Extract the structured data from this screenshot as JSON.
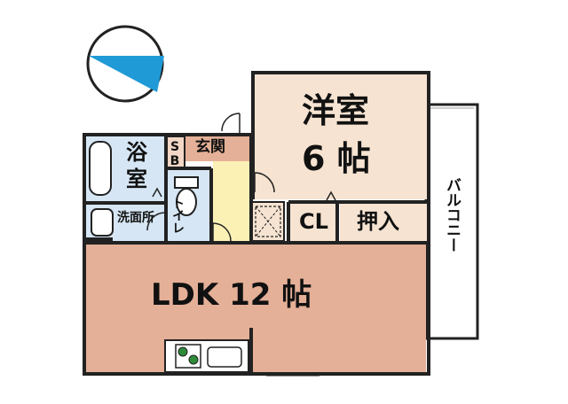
{
  "compass": {
    "icon": "north-arrow-icon",
    "needle_color": "#1f9ad6"
  },
  "rooms": {
    "western_room": {
      "line1": "洋室",
      "line2": "6 帖",
      "color": "#f6e3d1"
    },
    "ldk": {
      "label": "LDK 12 帖",
      "color": "#e4b097"
    },
    "bath": {
      "line1": "浴",
      "line2": "室",
      "color": "#d6e6f4"
    },
    "sb": {
      "label": "SB"
    },
    "entrance": {
      "label": "玄関",
      "color": "#e4b097"
    },
    "washroom": {
      "label": "洗面所",
      "color": "#d6e6f4"
    },
    "toilet": {
      "label": "トイレ",
      "color": "#d6e6f4"
    },
    "hall": {
      "color": "#fbf1b5"
    },
    "closet": {
      "label": "CL",
      "color": "#f6e3d1"
    },
    "oshiire": {
      "label": "押入",
      "color": "#f6e3d1"
    },
    "balcony": {
      "label": "バルコニー",
      "color": "#ffffff"
    }
  },
  "colors": {
    "wall": "#222222",
    "kitchen_green": "#2e8b3a"
  }
}
